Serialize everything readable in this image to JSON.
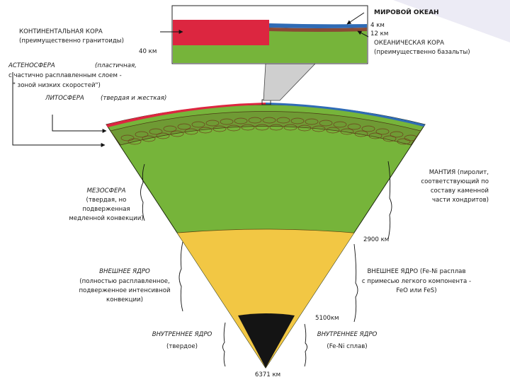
{
  "labels": {
    "continental_crust": "КОНТИНЕНТАЛЬНАЯ КОРА",
    "continental_crust_note": "(преимущественно гранитоиды)",
    "depth_40": "40 км",
    "world_ocean": "МИРОВОЙ ОКЕАН",
    "depth_4": "4 км",
    "depth_12": "12 км",
    "oceanic_crust": "ОКЕАНИЧЕСКАЯ КОРА",
    "oceanic_crust_note": "(преимущественно базальты)",
    "asthenosphere_1": "АСТЕНОСФЕРА",
    "asthenosphere_1b": "(пластичная,",
    "asthenosphere_2": "с частично расплавленным слоем -",
    "asthenosphere_3": "\" зоной низких скоростей\")",
    "lithosphere": "ЛИТОСФЕРА",
    "lithosphere_note": "(твердая и жесткая)",
    "mesosphere_1": "МЕЗОСФЕРА",
    "mesosphere_2": "(твердая, но",
    "mesosphere_3": "подверженная",
    "mesosphere_4": "медленной конвекции)",
    "mantle_1": "МАНТИЯ (пиролит,",
    "mantle_2": "соответствующий по",
    "mantle_3": "составу каменной",
    "mantle_4": "части хондритов)",
    "depth_2900": "2900 км",
    "outer_core_left_1": "ВНЕШНЕЕ ЯДРО",
    "outer_core_left_2": "(полностью расплавленное,",
    "outer_core_left_3": "подверженное интенсивной",
    "outer_core_left_4": "конвекции)",
    "outer_core_right_1": "ВНЕШНЕЕ ЯДРО (Fe-Ni расплав",
    "outer_core_right_2": "с примесью легкого компонента -",
    "outer_core_right_3": "FeO или FeS)",
    "depth_5100": "5100км",
    "inner_core_left_1": "ВНУТРЕННЕЕ ЯДРО",
    "inner_core_left_2": "(твердое)",
    "inner_core_right_1": "ВНУТРЕННЕЕ ЯДРО",
    "inner_core_right_2": "(Fe-Ni сплав)",
    "depth_6371": "6371 км"
  },
  "colors": {
    "mantle_green": "#76b43a",
    "outer_core_yellow": "#f2c744",
    "inner_core_black": "#141414",
    "continental_red": "#dc2640",
    "ocean_blue": "#2f6bb5",
    "oceanic_crust_brown": "#8a4b34",
    "asthenosphere_brown": "#6e5a2a",
    "corner_lavender": "#ecebf5"
  }
}
